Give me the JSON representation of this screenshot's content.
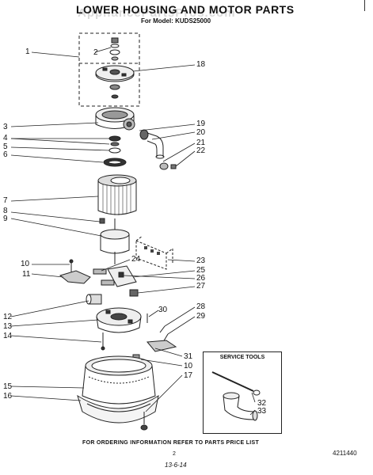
{
  "header": {
    "title": "LOWER HOUSING AND MOTOR PARTS",
    "subtitle": "For Model: KUDS25000",
    "watermark": "AppliancePartsPros.com"
  },
  "callouts": [
    {
      "id": "1",
      "label": "1"
    },
    {
      "id": "2",
      "label": "2"
    },
    {
      "id": "3",
      "label": "3"
    },
    {
      "id": "4",
      "label": "4"
    },
    {
      "id": "5",
      "label": "5"
    },
    {
      "id": "6",
      "label": "6"
    },
    {
      "id": "7",
      "label": "7"
    },
    {
      "id": "8",
      "label": "8"
    },
    {
      "id": "9",
      "label": "9"
    },
    {
      "id": "10a",
      "label": "10"
    },
    {
      "id": "11",
      "label": "11"
    },
    {
      "id": "12",
      "label": "12"
    },
    {
      "id": "13",
      "label": "13"
    },
    {
      "id": "14",
      "label": "14"
    },
    {
      "id": "15",
      "label": "15"
    },
    {
      "id": "16",
      "label": "16"
    },
    {
      "id": "18",
      "label": "18"
    },
    {
      "id": "19",
      "label": "19"
    },
    {
      "id": "20",
      "label": "20"
    },
    {
      "id": "21",
      "label": "21"
    },
    {
      "id": "22",
      "label": "22"
    },
    {
      "id": "23",
      "label": "23"
    },
    {
      "id": "24",
      "label": "24"
    },
    {
      "id": "25",
      "label": "25"
    },
    {
      "id": "26",
      "label": "26"
    },
    {
      "id": "27",
      "label": "27"
    },
    {
      "id": "28",
      "label": "28"
    },
    {
      "id": "29",
      "label": "29"
    },
    {
      "id": "30",
      "label": "30"
    },
    {
      "id": "31",
      "label": "31"
    },
    {
      "id": "10b",
      "label": "10"
    },
    {
      "id": "17",
      "label": "17"
    },
    {
      "id": "32",
      "label": "32"
    },
    {
      "id": "33",
      "label": "33"
    }
  ],
  "service_tools": {
    "title": "SERVICE TOOLS"
  },
  "footer": {
    "note": "FOR ORDERING INFORMATION REFER TO PARTS PRICE LIST",
    "page": "2",
    "doc_number": "4211440",
    "handwritten": "13-6-14"
  }
}
